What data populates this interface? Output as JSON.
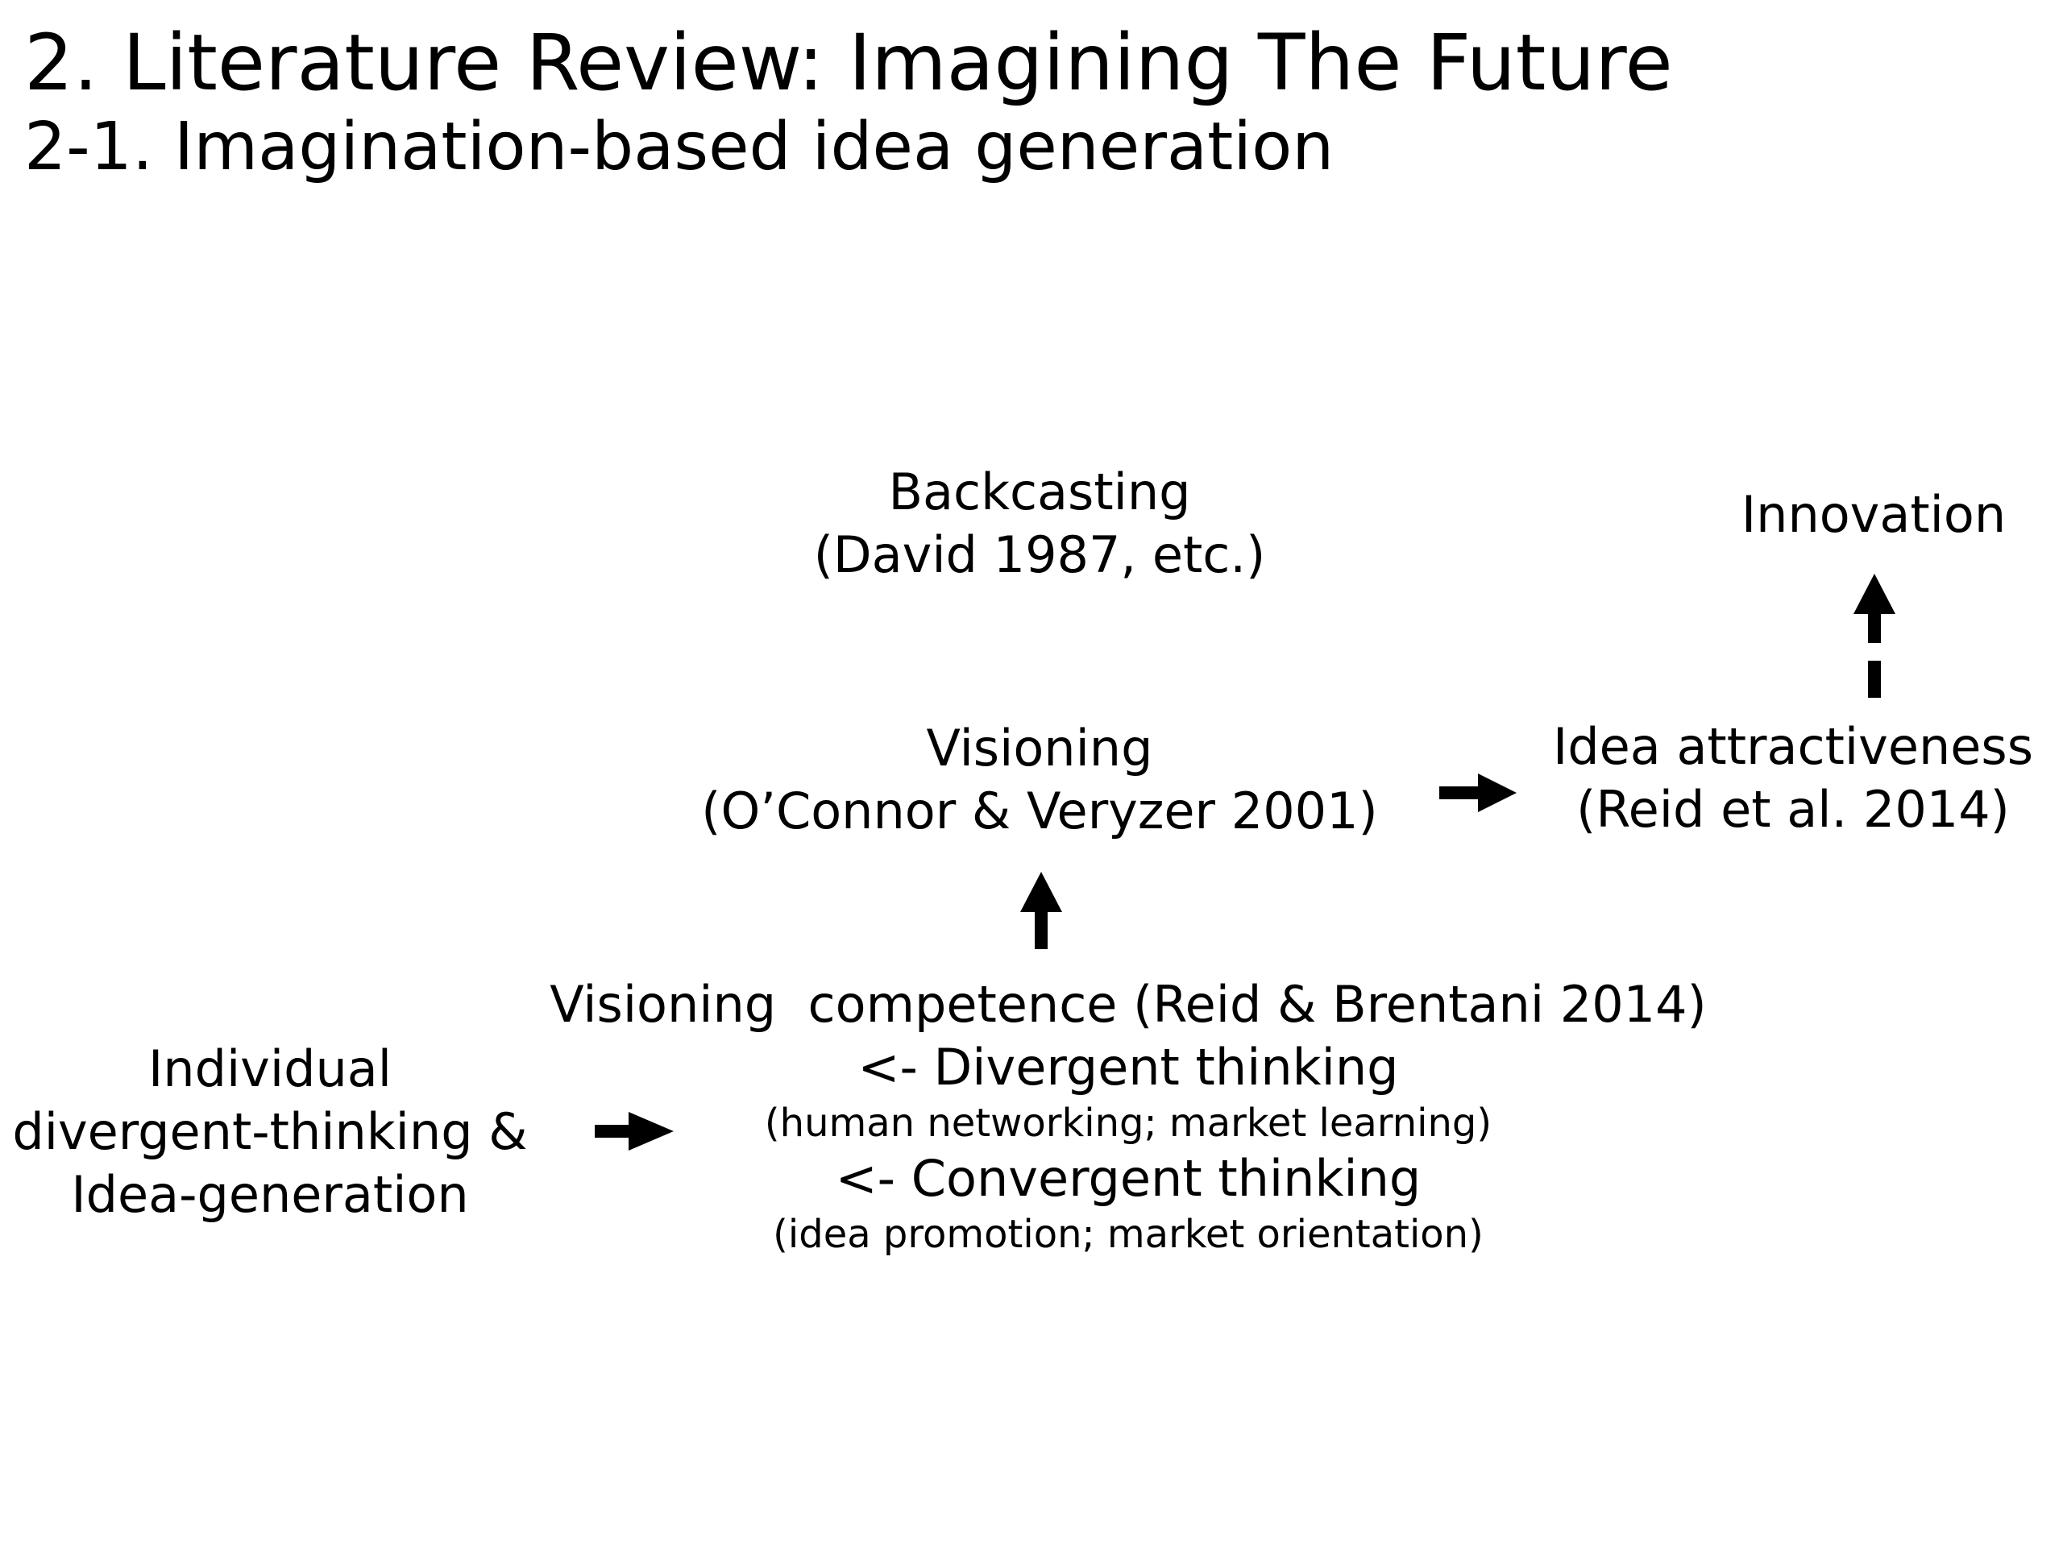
{
  "slide": {
    "title": "2. Literature Review: Imagining The Future",
    "subtitle": "2-1. Imagination-based idea generation"
  },
  "nodes": {
    "backcasting": {
      "label": "Backcasting",
      "citation": "(David 1987, etc.)"
    },
    "innovation": {
      "label": "Innovation"
    },
    "visioning": {
      "label": "Visioning",
      "citation": "(O’Connor & Veryzer 2001)"
    },
    "idea_attractiveness": {
      "label": "Idea attractiveness",
      "citation": "(Reid et al. 2014)"
    },
    "visioning_competence": {
      "label": "Visioning  competence (Reid & Brentani 2014)",
      "divergent": "<- Divergent thinking",
      "divergent_detail": "(human networking; market learning)",
      "convergent": "<- Convergent thinking",
      "convergent_detail": "(idea promotion; market orientation)"
    },
    "individual": {
      "line1": "Individual",
      "line2": "divergent-thinking &",
      "line3": "Idea-generation"
    }
  },
  "arrows": [
    {
      "from": "individual",
      "to": "visioning_competence",
      "style": "solid"
    },
    {
      "from": "visioning_competence",
      "to": "visioning",
      "style": "solid"
    },
    {
      "from": "visioning",
      "to": "idea_attractiveness",
      "style": "solid"
    },
    {
      "from": "idea_attractiveness",
      "to": "innovation",
      "style": "dashed"
    }
  ],
  "colors": {
    "text": "#000000",
    "background": "#ffffff",
    "arrow": "#000000"
  }
}
